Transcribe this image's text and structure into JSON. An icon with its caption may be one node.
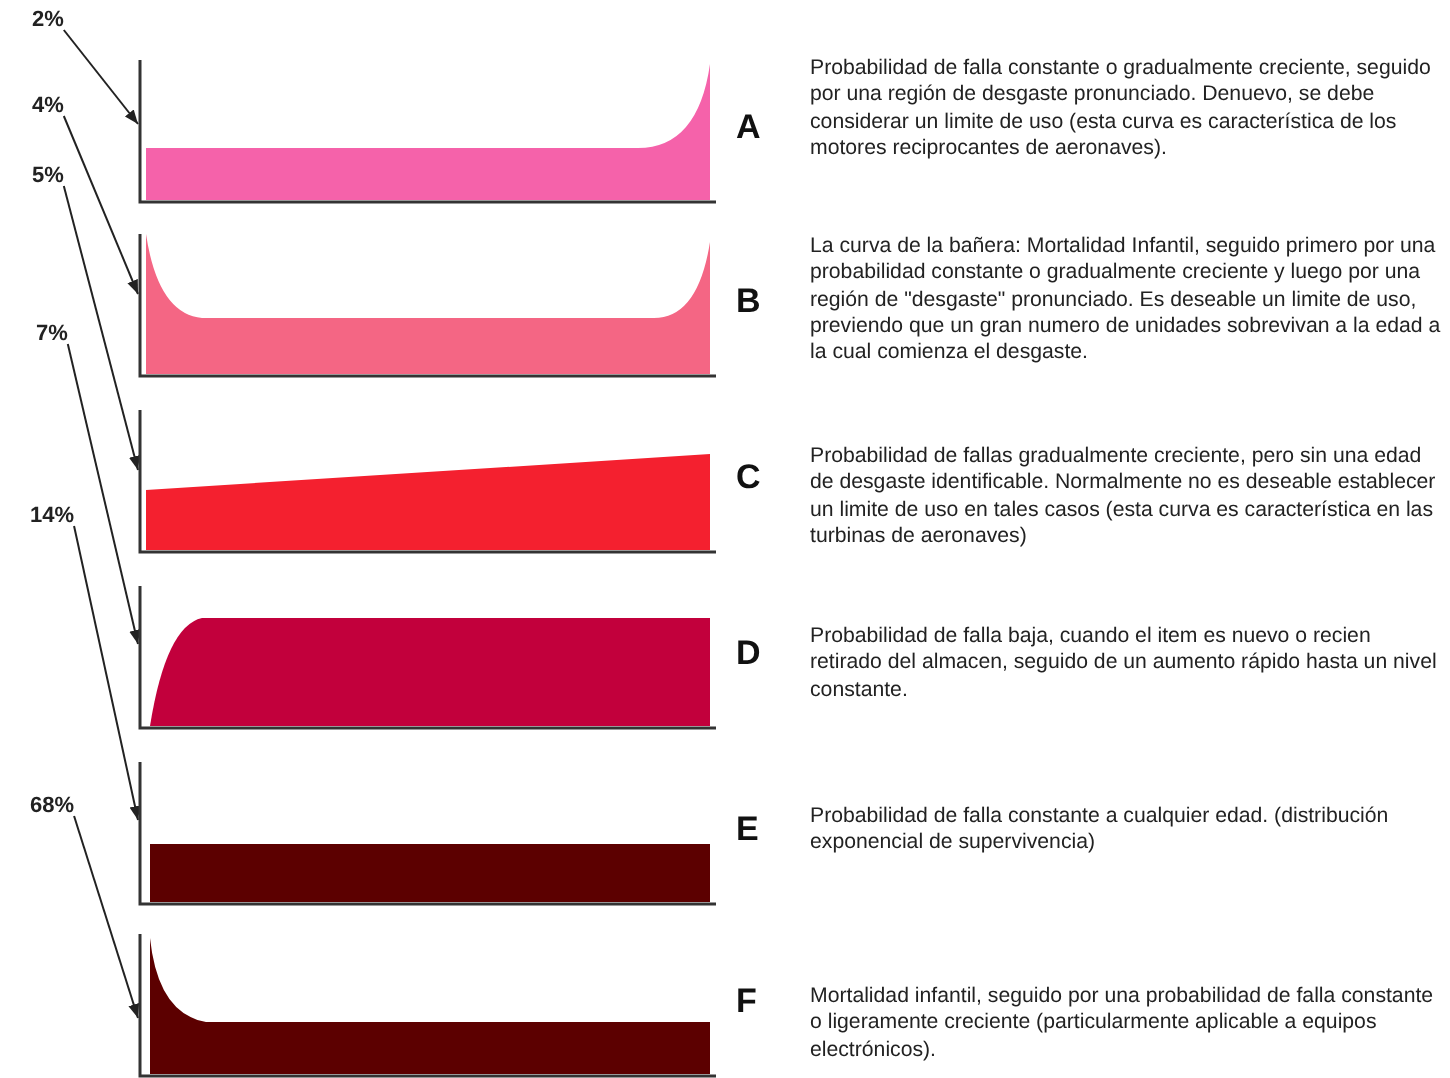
{
  "diagram": {
    "nodes": [
      {
        "text": [
          "2%"
        ]
      },
      {
        "text": [
          "4%"
        ]
      },
      {
        "text": [
          "5%"
        ]
      },
      {
        "text": [
          "7%"
        ]
      },
      {
        "text": [
          "14%"
        ]
      },
      {
        "text": [
          "68%"
        ]
      },
      {
        "text": [],
        "shape": "chart",
        "beside": [
          "A",
          "Probabilidad de falla constante o gradualmente creciente, seguido por una región de desgaste pronunciado. Denuevo, se debe considerar un limite de uso (esta curva es característica de los motores reciprocantes de aeronaves)."
        ]
      },
      {
        "text": [],
        "shape": "chart",
        "beside": [
          "B",
          "La curva de la bañera: Mortalidad Infantil, seguido primero por una probabilidad constante o gradualmente creciente y luego por una región de \"desgaste\" pronunciado.  Es deseable un limite de uso, previendo que un gran numero de unidades sobrevivan a la edad a la cual comienza el desgaste."
        ]
      },
      {
        "text": [],
        "shape": "chart",
        "beside": [
          "C",
          "Probabilidad de fallas gradualmente creciente, pero sin una edad de desgaste identificable.  Normalmente no es deseable establecer un limite de uso en tales casos (esta curva es característica en las turbinas de aeronaves)"
        ]
      },
      {
        "text": [],
        "shape": "chart",
        "beside": [
          "D",
          "Probabilidad de falla baja, cuando el item es nuevo o recien retirado del almacen, seguido de un aumento rápido hasta un nivel constante."
        ]
      },
      {
        "text": [],
        "shape": "chart",
        "beside": [
          "E",
          "Probabilidad de falla constante a cualquier edad. (distribución exponencial de supervivencia)"
        ]
      },
      {
        "text": [],
        "shape": "chart",
        "beside": [
          "F",
          "Mortalidad infantil, seguido por una probabilidad de falla constante o ligeramente creciente (particularmente aplicable a equipos electrónicos)."
        ]
      }
    ],
    "edges": [
      {
        "from": 0,
        "to": 6,
        "arrow": "to"
      },
      {
        "from": 1,
        "to": 7,
        "arrow": "to"
      },
      {
        "from": 2,
        "to": 8,
        "arrow": "to"
      },
      {
        "from": 3,
        "to": 9,
        "arrow": "to"
      },
      {
        "from": 4,
        "to": 10,
        "arrow": "to"
      },
      {
        "from": 5,
        "to": 11,
        "arrow": "to"
      }
    ]
  }
}
